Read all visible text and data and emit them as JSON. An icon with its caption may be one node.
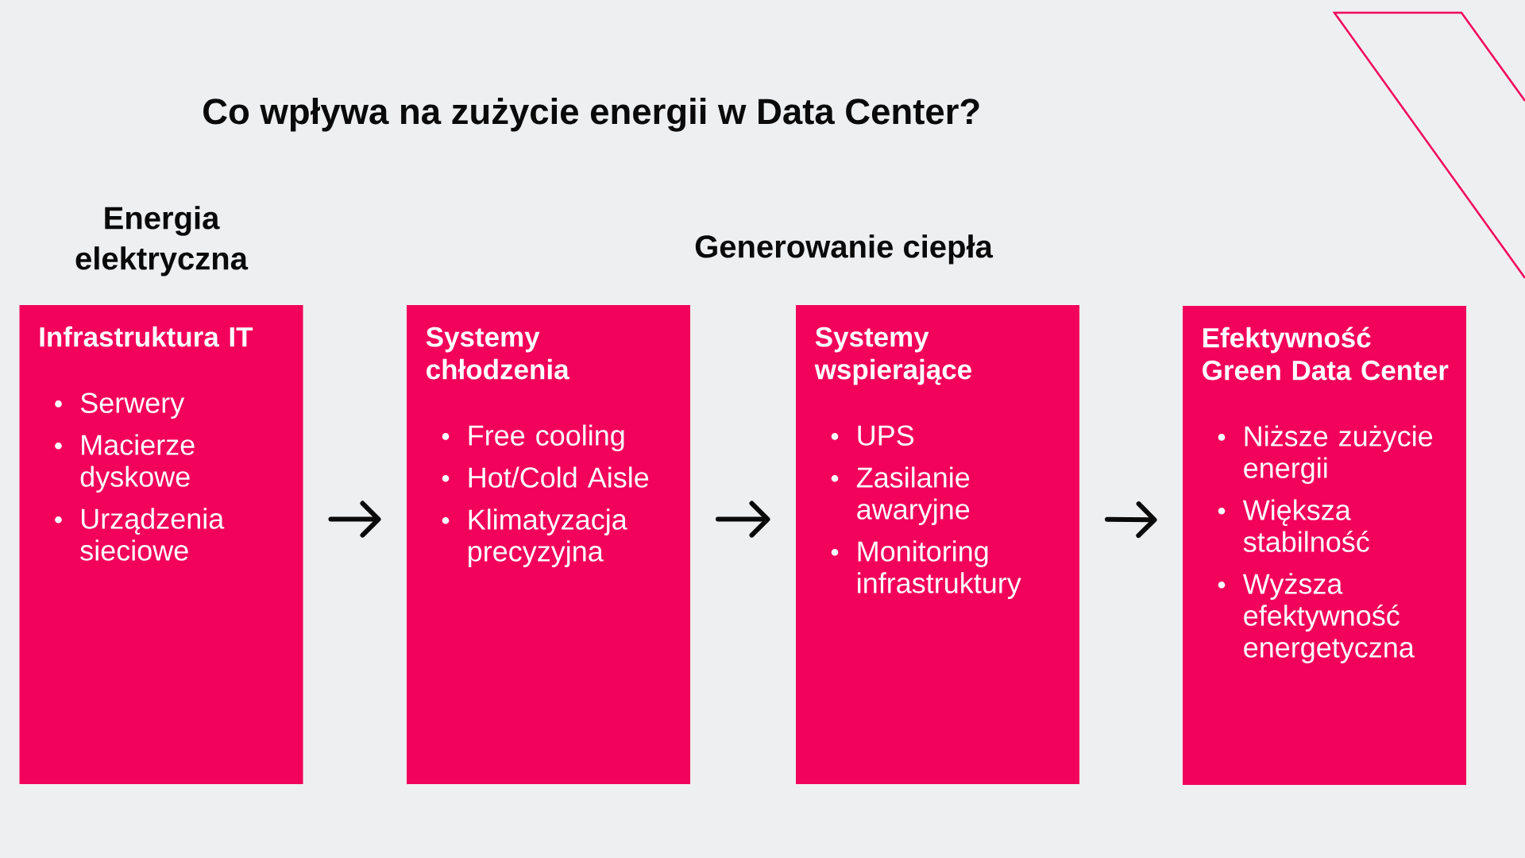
{
  "diagram": {
    "title": "Co wpływa na zużycie energii w Data Center?",
    "nodes": [
      {
        "text": [
          "Infrastruktura IT",
          "Serwery",
          "Macierze dyskowe",
          "Urządzenia sieciowe"
        ]
      },
      {
        "text": [
          "Systemy chłodzenia",
          "Free cooling",
          "Hot/Cold Aisle",
          "Klimatyzacja precyzyjna"
        ]
      },
      {
        "text": [
          "Systemy wspierające",
          "UPS",
          "Zasilanie awaryjne",
          "Monitoring infrastruktury"
        ]
      },
      {
        "text": [
          "Efektywność Green Data Center",
          "Niższe zużycie energii",
          "Większa stabilność",
          "Wyższa efektywność energetyczna"
        ]
      }
    ],
    "edges": [
      {
        "from": 0,
        "to": 1,
        "arrow": "to"
      },
      {
        "from": 1,
        "to": 2,
        "arrow": "to"
      },
      {
        "from": 2,
        "to": 3,
        "arrow": "to"
      }
    ],
    "labels": [
      "Energia elektryczna",
      "Generowanie ciepła"
    ]
  }
}
